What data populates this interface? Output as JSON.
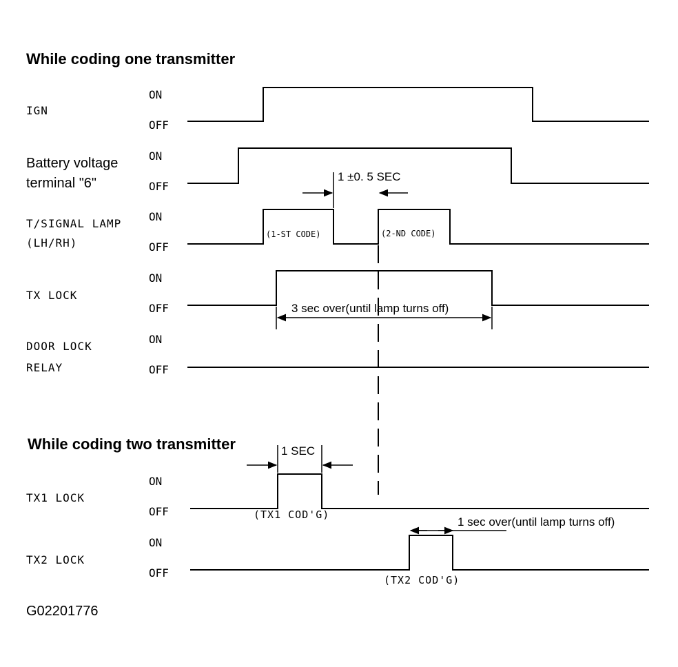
{
  "section1_title": "While coding one transmitter",
  "section2_title": "While coding two transmitter",
  "state_on": "ON",
  "state_off": "OFF",
  "signals": {
    "ign": "IGN",
    "battery_line1": "Battery voltage",
    "battery_line2": "terminal \"6\"",
    "tsignal_line1": "T/SIGNAL LAMP",
    "tsignal_line2": "(LH/RH)",
    "tx_lock": "TX LOCK",
    "door_line1": "DOOR LOCK",
    "door_line2": "RELAY",
    "tx1_lock": "TX1 LOCK",
    "tx2_lock": "TX2 LOCK"
  },
  "annotations": {
    "interval": "1 ±0. 5 SEC",
    "first_code": "(1-ST CODE)",
    "second_code": "(2-ND CODE)",
    "three_sec": "3 sec over(until lamp turns off)",
    "one_sec": "1 SEC",
    "tx1_coding": "(TX1 COD'G)",
    "one_sec_over": "1  sec over(until lamp turns off)",
    "tx2_coding": "(TX2 COD'G)"
  },
  "figure_id": "G02201776"
}
